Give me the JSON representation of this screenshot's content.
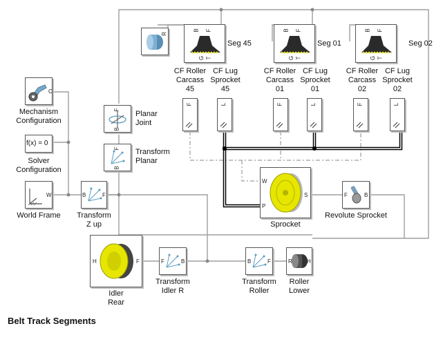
{
  "title": "Belt Track Segments",
  "colors": {
    "wire": "#9e9e9e",
    "bus": "#000000",
    "block_border": "#555555",
    "yellow": "#e6e600"
  },
  "blocks": {
    "mechanism": {
      "label1": "Mechanism",
      "label2": "Configuration",
      "port": "C"
    },
    "solver": {
      "label1": "Solver",
      "label2": "Configuration",
      "expr": "f(x) = 0"
    },
    "world": {
      "label": "World Frame",
      "port": "W"
    },
    "transform_zup": {
      "label1": "Transform",
      "label2": "Z up",
      "port_b": "B",
      "port_f": "F"
    },
    "planar_joint": {
      "label1": "Planar",
      "label2": "Joint",
      "port_b": "B",
      "port_f": "F"
    },
    "transform_planar": {
      "label1": "Transform",
      "label2": "Planar",
      "port_b": "B",
      "port_f": "F"
    },
    "seg45": {
      "name": "Seg 45"
    },
    "seg01": {
      "name": "Seg 01"
    },
    "seg02": {
      "name": "Seg 02"
    },
    "carcass45": {
      "label1": "CF Roller",
      "label2": "Carcass",
      "num": "45"
    },
    "sprocket45": {
      "label1": "CF Lug",
      "label2": "Sprocket",
      "num": "45"
    },
    "carcass01": {
      "label1": "CF Roller",
      "label2": "Carcass",
      "num": "01"
    },
    "sprocket01": {
      "label1": "CF Lug",
      "label2": "Sprocket",
      "num": "01"
    },
    "carcass02": {
      "label1": "CF Roller",
      "label2": "Carcass",
      "num": "02"
    },
    "sprocket02": {
      "label1": "CF Lug",
      "label2": "Sprocket",
      "num": "02"
    },
    "sprocket": {
      "label": "Sprocket",
      "port_w": "W",
      "port_p": "P",
      "port_s": "S"
    },
    "revolute": {
      "label": "Revolute Sprocket",
      "port_f": "F",
      "port_b": "B"
    },
    "idler": {
      "label1": "Idler",
      "label2": "Rear",
      "port_h": "H",
      "port_f": "F"
    },
    "transform_idler": {
      "label1": "Transform",
      "label2": "Idler R",
      "port_f": "F",
      "port_b": "B"
    },
    "transform_roller": {
      "label1": "Transform",
      "label2": "Roller",
      "port_b": "B",
      "port_f": "F"
    },
    "roller_lower": {
      "label1": "Roller",
      "label2": "Lower",
      "port_r": "R",
      "port_h": "H"
    }
  },
  "seg_ports": {
    "b": "B",
    "g": "G",
    "f": "F",
    "t": "T"
  },
  "icons": [
    "mechanism-gear-icon",
    "reference-cylinder-icon",
    "world-frame-axes-icon",
    "transform-axes-icon",
    "planar-joint-icon",
    "belt-segment-icon",
    "sprocket-wheel-icon",
    "revolute-joint-icon",
    "idler-wheel-icon",
    "roller-icon",
    "contact-force-icon"
  ]
}
